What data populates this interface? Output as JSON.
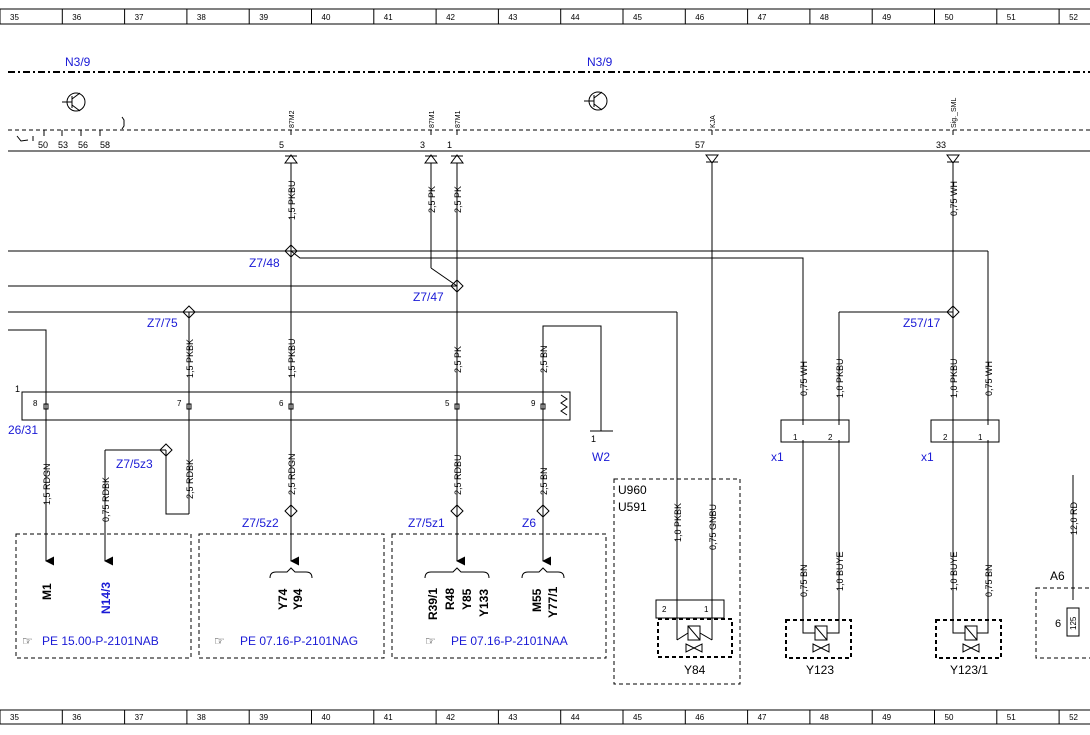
{
  "ruler": [
    "35",
    "36",
    "37",
    "38",
    "39",
    "40",
    "41",
    "42",
    "43",
    "44",
    "45",
    "46",
    "47",
    "48",
    "49",
    "50",
    "51",
    "52"
  ],
  "modules": {
    "n3_9_left": "N3/9",
    "n3_9_right": "N3/9"
  },
  "connector_pins": {
    "p50": "50",
    "p53": "53",
    "p56": "56",
    "p58": "58",
    "p5": "5",
    "p3": "3",
    "p1": "1",
    "p57": "57",
    "p33": "33"
  },
  "signals": {
    "s_87m2": "87M2",
    "s_87m1a": "87M1",
    "s_87m1b": "87M1",
    "s_kja": "KJA",
    "s_sml": "Sig._SML"
  },
  "wires": {
    "w1": "1,5 PKBU",
    "w2": "2,5 PK",
    "w3": "2,5 PK",
    "w4": "0,75 WH",
    "w5": "1,5 PKBK",
    "w6": "1,5 PKBU",
    "w7": "2,5 PK",
    "w8": "2,5 BN",
    "w9": "0,75 WH",
    "w10": "1,0 PKBU",
    "w11": "1,0 PKBU",
    "w12": "0,75 WH",
    "w13": "1,5 RDGN",
    "w14": "0,75 RDBK",
    "w15": "2,5 RDBK",
    "w16": "2,5 RDGN",
    "w17": "2,5 RDBU",
    "w18": "2,5 BN",
    "w19": "1,0 PKBK",
    "w20": "0,75 GNBU",
    "w21": "0,75 BN",
    "w22": "1,0 BUYE",
    "w23": "1,0 BUYE",
    "w24": "0,75 BN",
    "w25": "12,0 RD"
  },
  "splices": {
    "z7_48": "Z7/48",
    "z7_47": "Z7/47",
    "z7_75": "Z7/75",
    "z57_17": "Z57/17",
    "z7_5z3": "Z7/5z3",
    "z7_5z2": "Z7/5z2",
    "z7_5z1": "Z7/5z1",
    "z6": "Z6"
  },
  "connector_x26": {
    "label": "26/31",
    "lead": "1",
    "pins": {
      "p8": "8",
      "p7": "7",
      "p6": "6",
      "p5": "5",
      "p9": "9"
    }
  },
  "ground": {
    "label": "W2",
    "pin": "1"
  },
  "x1": {
    "left_label": "x1",
    "right_label": "x1",
    "left_pins": [
      "1",
      "2"
    ],
    "right_pins": [
      "2",
      "1"
    ]
  },
  "components": {
    "m1": "M1",
    "n14_3": "N14/3",
    "y74": "Y74",
    "y94": "Y94",
    "r39": "R39/1",
    "r48": "R48",
    "y85": "Y85",
    "y133": "Y133",
    "m55": "M55",
    "y77": "Y77/1",
    "y84": "Y84",
    "y123": "Y123",
    "y123_1": "Y123/1",
    "a6": "A6",
    "a6_pin": "6",
    "a6_val": "125"
  },
  "u_labels": {
    "u960": "U960",
    "u591": "U591",
    "pin2": "2",
    "pin1": "1"
  },
  "refs": {
    "r1": "PE 15.00-P-2101NAB",
    "r2": "PE 07.16-P-2101NAG",
    "r3": "PE 07.16-P-2101NAA"
  }
}
